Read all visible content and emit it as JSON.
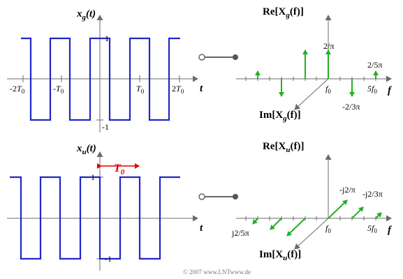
{
  "top_left": {
    "ylabel_var": "x",
    "ylabel_sub": "g",
    "ylabel_arg": "(t)",
    "xlabel": "t",
    "y_one": "1",
    "y_minus_one": "-1",
    "ticks": [
      {
        "pre": "-2",
        "T": "T",
        "sub": "0"
      },
      {
        "pre": "-",
        "T": "T",
        "sub": "0"
      },
      {
        "pre": "",
        "T": "T",
        "sub": "0"
      },
      {
        "pre": "2",
        "T": "T",
        "sub": "0"
      }
    ]
  },
  "bottom_left": {
    "ylabel_var": "x",
    "ylabel_sub": "u",
    "ylabel_arg": "(t)",
    "xlabel": "t",
    "y_one": "1",
    "y_minus_one": "-1",
    "period_T": "T",
    "period_sub": "0"
  },
  "top_right": {
    "re_label": "Re[X",
    "re_sub": "g",
    "re_end": "(f)]",
    "im_label": "Im[X",
    "im_sub": "g",
    "im_end": "(f)]",
    "flabel": "f",
    "f0": "f",
    "f0_sub": "0",
    "f5_pre": "5f",
    "f5_sub": "0",
    "val_2pi": "2/π",
    "val_m23pi": "-2/3π",
    "val_25pi": "2/5π"
  },
  "bottom_right": {
    "re_label": "Re[X",
    "re_sub": "u",
    "re_end": "(f)]",
    "im_label": "Im[X",
    "im_sub": "u",
    "im_end": "(f)]",
    "flabel": "f",
    "f0": "f",
    "f0_sub": "0",
    "f5_pre": "5f",
    "f5_sub": "0",
    "val_j2pi": "-j2/π",
    "val_j23pi": "-j2/3π",
    "val_j25pi": "j2/5π"
  },
  "copyright": "© 2007 www.LNTwww.de",
  "colors": {
    "wave": "#1f27c8",
    "spectral": "#22b022",
    "period_marker": "#e00000"
  }
}
